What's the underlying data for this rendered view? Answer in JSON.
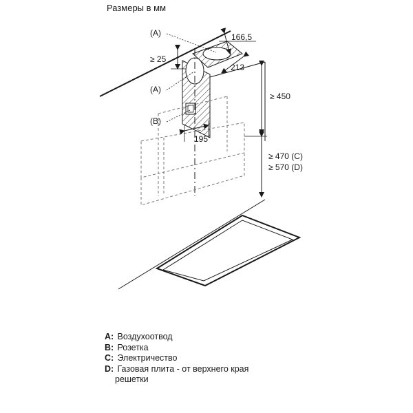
{
  "title": "Размеры в мм",
  "labels": {
    "a_top": "(A)",
    "a_mid": "(A)",
    "b": "(B)",
    "dim_166": "166,5",
    "dim_25": "≥ 25",
    "dim_213": "213",
    "dim_450": "≥ 450",
    "dim_195": "195",
    "dim_470": "≥ 470 (C)",
    "dim_570": "≥ 570 (D)"
  },
  "legend": [
    {
      "key": "A:",
      "text": "Воздухоотвод"
    },
    {
      "key": "B:",
      "text": "Розетка"
    },
    {
      "key": "C:",
      "text": "Электричество"
    },
    {
      "key": "D:",
      "text": "Газовая плита - от верхнего края",
      "continuation": "решетки"
    }
  ]
}
